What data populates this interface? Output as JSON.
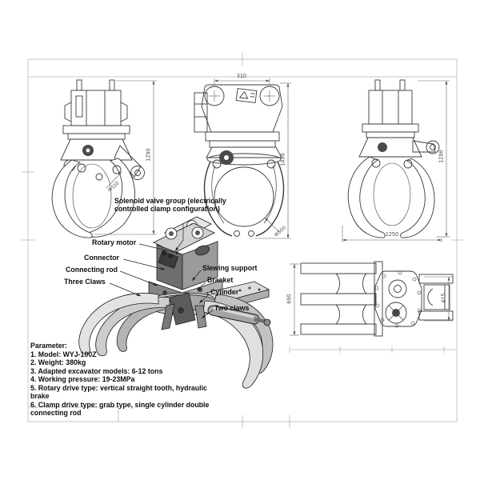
{
  "callouts": {
    "solenoid_valve_group": "Solenoid valve group (electrically controlled clamp configuration)",
    "rotary_motor": "Rotary motor",
    "connector": "Connector",
    "connecting_rod": "Connecting rod",
    "three_claws": "Three Claws",
    "slewing_support": "Slewing support",
    "bracket": "Bracket",
    "cylinder": "Cylinder",
    "two_claws": "Two claws"
  },
  "dimensions": {
    "front_top_width": "310",
    "side_left_height": "1290",
    "front_height": "1439",
    "side_right_height": "1296",
    "side_right_width": "1250",
    "top_view_depth": "690",
    "top_view_width": "415",
    "claw_plate_dia": "Φ110",
    "grab_opening_dia": "Φ500"
  },
  "parameters": {
    "title": "Parameter:",
    "items": [
      "1. Model: WYJ-100Z",
      "2. Weight: 380kg",
      "3. Adapted excavator models: 6-12 tons",
      "4. Working pressure: 19-23MPa",
      "5. Rotary drive type: vertical straight tooth, hydraulic brake",
      "6. Clamp drive type: grab type, single cylinder double connecting rod"
    ]
  },
  "colors": {
    "line": "#3a3a3a",
    "frame": "#b8b8b8",
    "dimension": "#4a4a4a",
    "metal_light": "#e3e3e3",
    "metal_mid": "#c2c2c2",
    "metal_dark": "#8f8f8f",
    "metal_deep": "#565656"
  }
}
